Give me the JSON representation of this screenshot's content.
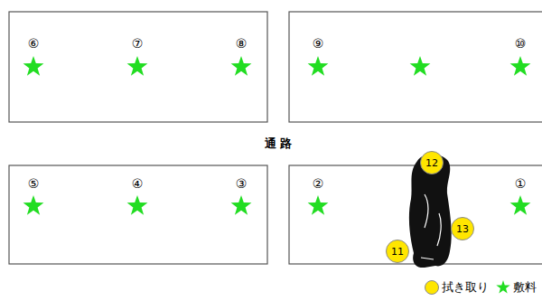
{
  "diagram": {
    "nodes": [
      {
        "text": [
          "12"
        ]
      },
      {
        "text": [
          "13"
        ]
      },
      {
        "text": [
          "11"
        ]
      }
    ],
    "labels": [
      "⑥",
      "⑦",
      "⑧",
      "⑨",
      "⑩",
      "通 路",
      "⑤",
      "④",
      "③",
      "②",
      "①"
    ],
    "legend": [
      {
        "text": "拭き取り",
        "color": "#ffe600"
      },
      {
        "text": "敷料",
        "color": "#22dd22"
      }
    ]
  }
}
